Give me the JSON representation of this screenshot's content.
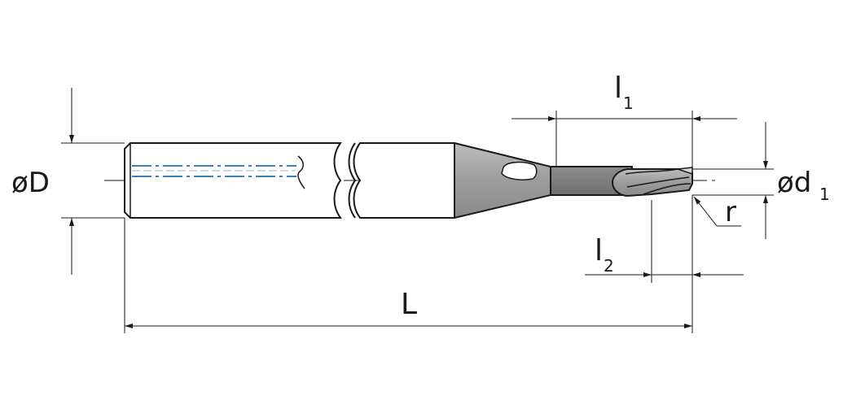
{
  "labels": {
    "shank_diameter": "øD",
    "length_l1": "l",
    "l1_sub": "1",
    "diameter_d1": "ød",
    "d1_sub": "1",
    "radius": "r",
    "length_l2": "l",
    "l2_sub": "2",
    "total_length": "L"
  },
  "colors": {
    "line": "#1a1a1a",
    "shank_fill": "#ffffff",
    "steel_fill": "#a8a8a8",
    "neck_fill": "#7f7f7f",
    "coolant": "#3a7fc0"
  }
}
